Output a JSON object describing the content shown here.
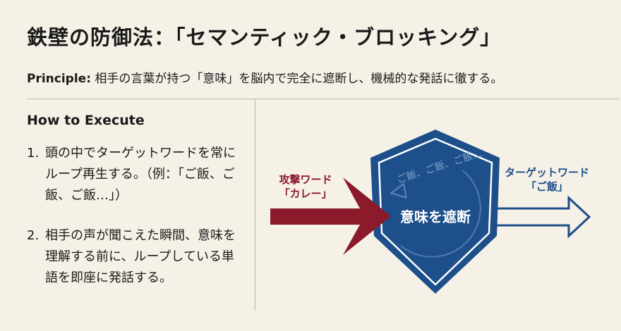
{
  "title": "鉄壁の防御法：「セマンティック・ブロッキング」",
  "principle": {
    "label": "Principle:",
    "text": " 相手の言葉が持つ「意味」を脳内で完全に遮断し、機械的な発話に徹する。"
  },
  "how_to": {
    "heading": "How to Execute",
    "steps": [
      {
        "num": "1.",
        "text": "頭の中でターゲットワードを常にループ再生する。（例：「ご飯、ご飯、ご飯…」）"
      },
      {
        "num": "2.",
        "text": "相手の声が聞こえた瞬間、意味を理解する前に、ループしている単語を即座に発話する。"
      }
    ]
  },
  "diagram": {
    "attack_label_1": "攻撃ワード",
    "attack_label_2": "「カレー」",
    "loop_text": "ご飯、ご飯、ご飯…",
    "shield_text": "意味を遮断",
    "target_label_1": "ターゲットワード",
    "target_label_2": "「ご飯」",
    "colors": {
      "attack": "#8b1a2b",
      "shield": "#1d4f8a",
      "background": "#f5f1e7"
    }
  }
}
